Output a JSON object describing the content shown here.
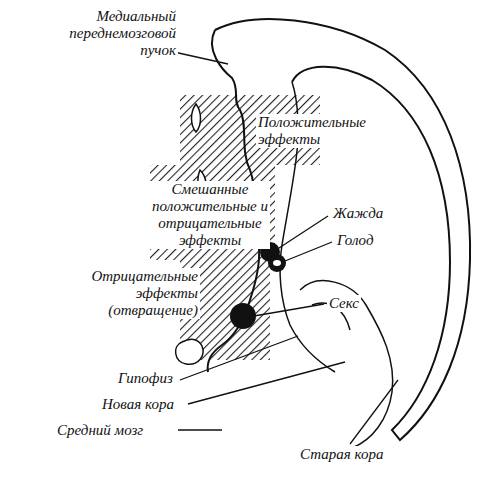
{
  "diagram": {
    "labels": [
      "Медиальный переднемозговой пучок",
      "Положительные эффекты",
      "Смешанные положительные и отрицательные эффекты",
      "Жажда",
      "Голод",
      "Отрицательные эффекты (отвращение)",
      "Секс",
      "Гипофиз",
      "Новая кора",
      "Средний мозг",
      "Старая кора"
    ]
  }
}
